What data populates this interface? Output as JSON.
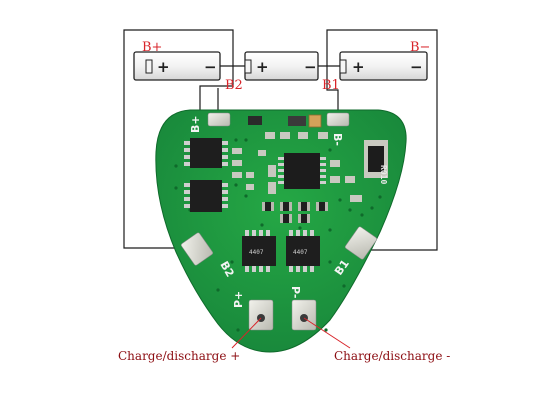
{
  "diagram": {
    "labels": {
      "b_plus": "B+",
      "b_minus": "B−",
      "b2": "B2",
      "b1": "B1",
      "charge_plus": "Charge/discharge +",
      "charge_minus": "Charge/discharge -"
    },
    "batteries": [
      {
        "plus": "+",
        "minus": "−"
      },
      {
        "plus": "+",
        "minus": "−"
      },
      {
        "plus": "+",
        "minus": "−"
      }
    ],
    "board_silkscreen": {
      "b_plus_pad": "B+",
      "b_minus_pad": "B-",
      "b2_pad": "B2",
      "b1_pad": "B1",
      "p_plus_pad": "P+",
      "p_minus_pad": "P-",
      "resistor_code": "R010",
      "mosfet_code": "4407"
    },
    "colors": {
      "board_green": "#1f9a3c",
      "wire": "#1c1c1c",
      "label_red": "#d8242a",
      "pad_silver": "#d9d9d2"
    }
  }
}
